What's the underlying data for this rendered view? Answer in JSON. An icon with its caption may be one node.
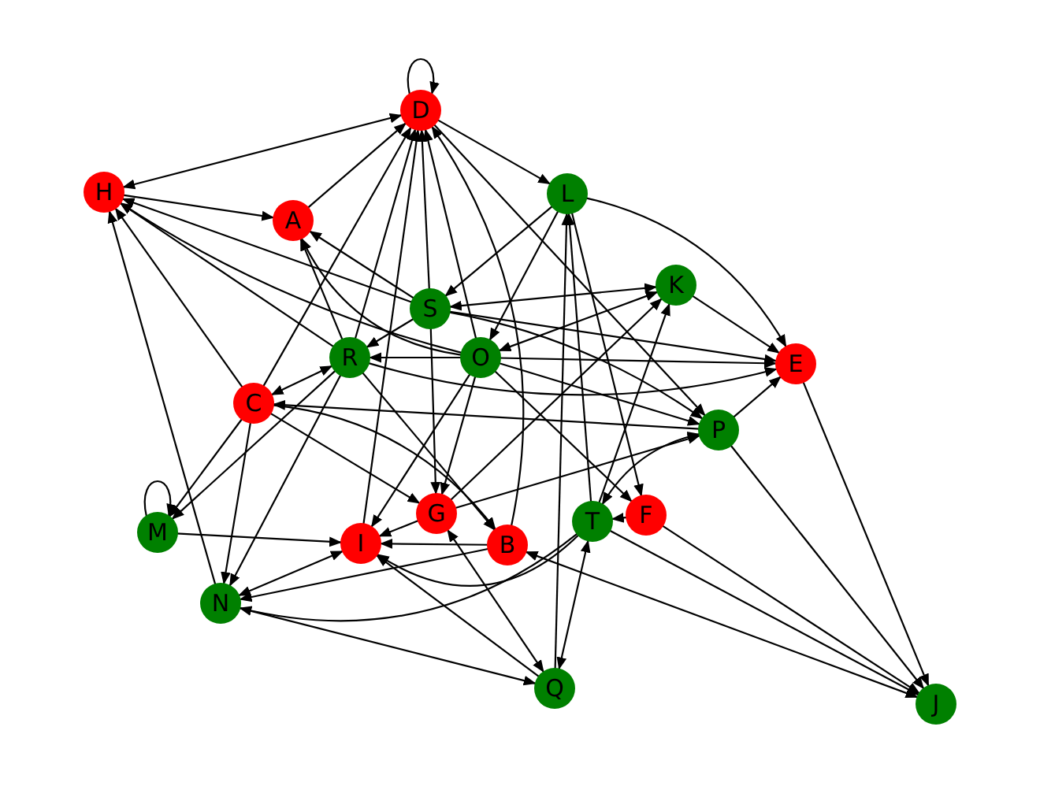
{
  "diagram": {
    "nodes": [
      {
        "text": [
          "D"
        ]
      },
      {
        "text": [
          "H"
        ]
      },
      {
        "text": [
          "A"
        ]
      },
      {
        "text": [
          "L"
        ]
      },
      {
        "text": [
          "S"
        ]
      },
      {
        "text": [
          "K"
        ]
      },
      {
        "text": [
          "R"
        ]
      },
      {
        "text": [
          "O"
        ]
      },
      {
        "text": [
          "E"
        ]
      },
      {
        "text": [
          "C"
        ]
      },
      {
        "text": [
          "P"
        ]
      },
      {
        "text": [
          "M"
        ]
      },
      {
        "text": [
          "G"
        ]
      },
      {
        "text": [
          "T"
        ]
      },
      {
        "text": [
          "F"
        ]
      },
      {
        "text": [
          "I"
        ]
      },
      {
        "text": [
          "B"
        ]
      },
      {
        "text": [
          "N"
        ]
      },
      {
        "text": [
          "Q"
        ]
      },
      {
        "text": [
          "J"
        ]
      }
    ],
    "edges": [
      {
        "from": 0,
        "to": 0,
        "arrow": "to"
      },
      {
        "from": 1,
        "to": 0,
        "arrow": "both"
      },
      {
        "from": 1,
        "to": 2,
        "arrow": "to"
      },
      {
        "from": 2,
        "to": 0,
        "arrow": "to"
      },
      {
        "from": 0,
        "to": 3,
        "arrow": "to"
      },
      {
        "from": 3,
        "to": 8,
        "arrow": "to"
      },
      {
        "from": 5,
        "to": 8,
        "arrow": "to"
      },
      {
        "from": 3,
        "to": 4,
        "arrow": "to"
      },
      {
        "from": 3,
        "to": 7,
        "arrow": "to"
      },
      {
        "from": 13,
        "to": 3,
        "arrow": "to"
      },
      {
        "from": 18,
        "to": 3,
        "arrow": "to"
      },
      {
        "from": 3,
        "to": 14,
        "arrow": "to"
      },
      {
        "from": 4,
        "to": 5,
        "arrow": "both"
      },
      {
        "from": 7,
        "to": 5,
        "arrow": "both"
      },
      {
        "from": 12,
        "to": 5,
        "arrow": "to"
      },
      {
        "from": 13,
        "to": 5,
        "arrow": "to"
      },
      {
        "from": 7,
        "to": 8,
        "arrow": "to"
      },
      {
        "from": 4,
        "to": 8,
        "arrow": "to"
      },
      {
        "from": 6,
        "to": 8,
        "arrow": "to"
      },
      {
        "from": 10,
        "to": 9,
        "arrow": "to"
      },
      {
        "from": 10,
        "to": 8,
        "arrow": "to"
      },
      {
        "from": 8,
        "to": 19,
        "arrow": "to"
      },
      {
        "from": 10,
        "to": 19,
        "arrow": "to"
      },
      {
        "from": 14,
        "to": 19,
        "arrow": "to"
      },
      {
        "from": 13,
        "to": 19,
        "arrow": "to"
      },
      {
        "from": 16,
        "to": 19,
        "arrow": "both"
      },
      {
        "from": 14,
        "to": 13,
        "arrow": "to"
      },
      {
        "from": 13,
        "to": 10,
        "arrow": "both"
      },
      {
        "from": 12,
        "to": 10,
        "arrow": "to"
      },
      {
        "from": 13,
        "to": 18,
        "arrow": "both"
      },
      {
        "from": 12,
        "to": 18,
        "arrow": "both"
      },
      {
        "from": 18,
        "to": 15,
        "arrow": "to"
      },
      {
        "from": 17,
        "to": 18,
        "arrow": "to"
      },
      {
        "from": 17,
        "to": 15,
        "arrow": "both"
      },
      {
        "from": 16,
        "to": 17,
        "arrow": "to"
      },
      {
        "from": 13,
        "to": 17,
        "arrow": "to"
      },
      {
        "from": 11,
        "to": 15,
        "arrow": "to"
      },
      {
        "from": 11,
        "to": 11,
        "arrow": "to"
      },
      {
        "from": 9,
        "to": 11,
        "arrow": "to"
      },
      {
        "from": 6,
        "to": 11,
        "arrow": "to"
      },
      {
        "from": 9,
        "to": 17,
        "arrow": "to"
      },
      {
        "from": 6,
        "to": 17,
        "arrow": "to"
      },
      {
        "from": 17,
        "to": 1,
        "arrow": "to"
      },
      {
        "from": 9,
        "to": 1,
        "arrow": "to"
      },
      {
        "from": 6,
        "to": 1,
        "arrow": "to"
      },
      {
        "from": 4,
        "to": 1,
        "arrow": "to"
      },
      {
        "from": 7,
        "to": 1,
        "arrow": "to"
      },
      {
        "from": 6,
        "to": 9,
        "arrow": "both"
      },
      {
        "from": 4,
        "to": 6,
        "arrow": "to"
      },
      {
        "from": 7,
        "to": 6,
        "arrow": "to"
      },
      {
        "from": 6,
        "to": 2,
        "arrow": "to"
      },
      {
        "from": 4,
        "to": 2,
        "arrow": "to"
      },
      {
        "from": 7,
        "to": 2,
        "arrow": "to"
      },
      {
        "from": 9,
        "to": 12,
        "arrow": "to"
      },
      {
        "from": 9,
        "to": 16,
        "arrow": "to"
      },
      {
        "from": 6,
        "to": 16,
        "arrow": "to"
      },
      {
        "from": 4,
        "to": 12,
        "arrow": "to"
      },
      {
        "from": 7,
        "to": 12,
        "arrow": "to"
      },
      {
        "from": 7,
        "to": 15,
        "arrow": "to"
      },
      {
        "from": 15,
        "to": 0,
        "arrow": "to"
      },
      {
        "from": 16,
        "to": 0,
        "arrow": "to"
      },
      {
        "from": 7,
        "to": 0,
        "arrow": "to"
      },
      {
        "from": 4,
        "to": 0,
        "arrow": "to"
      },
      {
        "from": 6,
        "to": 0,
        "arrow": "to"
      },
      {
        "from": 9,
        "to": 0,
        "arrow": "to"
      },
      {
        "from": 0,
        "to": 10,
        "arrow": "to"
      },
      {
        "from": 12,
        "to": 15,
        "arrow": "to"
      },
      {
        "from": 16,
        "to": 15,
        "arrow": "to"
      },
      {
        "from": 13,
        "to": 15,
        "arrow": "to"
      },
      {
        "from": 7,
        "to": 14,
        "arrow": "to"
      },
      {
        "from": 4,
        "to": 10,
        "arrow": "to"
      },
      {
        "from": 7,
        "to": 10,
        "arrow": "to"
      }
    ]
  }
}
